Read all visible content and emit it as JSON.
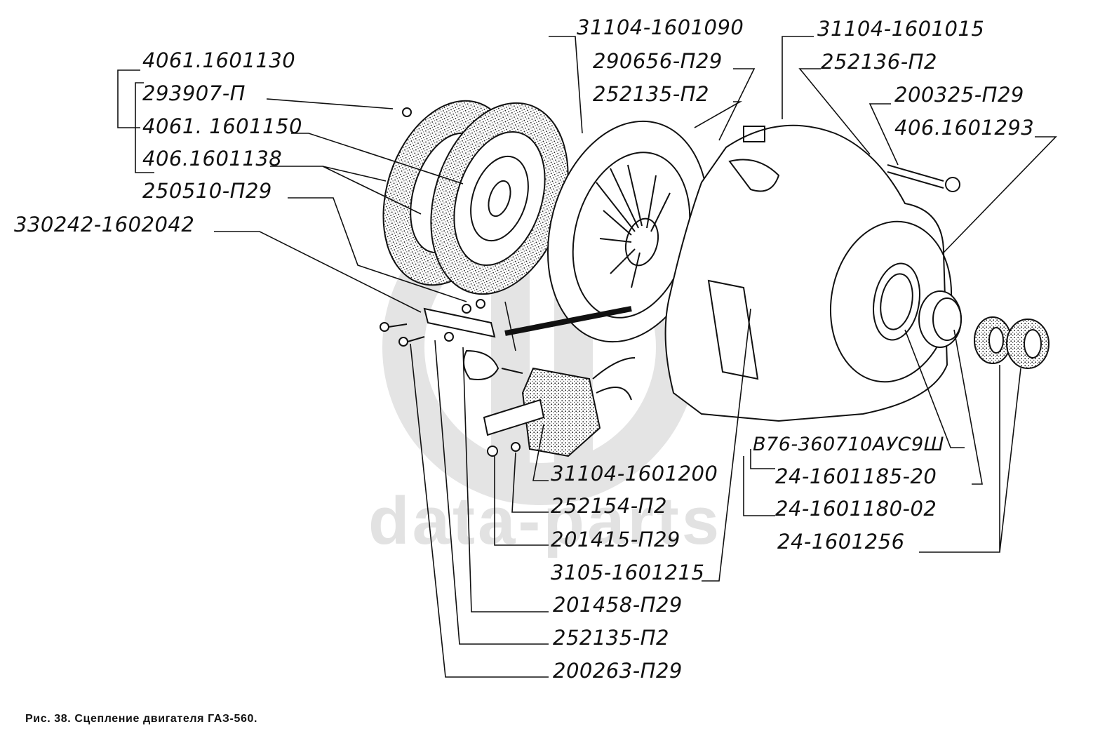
{
  "figure": {
    "caption": "Рис. 38. Сцепление двигателя ГАЗ-560.",
    "watermark": "data-parts"
  },
  "parts": {
    "clutch_disc_assembly": "4061.1601130",
    "rivet": "293907-П",
    "driven_disc": "4061. 1601150",
    "friction_lining": "406.1601138",
    "nut_250510": "250510-П29",
    "slave_cylinder": "330242-1602042",
    "pressure_plate": "31104-1601090",
    "bolt_290656": "290656-П29",
    "washer_252135_top": "252135-П2",
    "clutch_housing": "31104-1601015",
    "washer_252136": "252136-П2",
    "bolt_200325": "200325-П29",
    "stud_406": "406.1601293",
    "release_fork": "31104-1601200",
    "washer_252154": "252154-П2",
    "bolt_201415": "201415-П29",
    "ball_pin": "3105-1601215",
    "bolt_201458": "201458-П29",
    "washer_252135_bottom": "252135-П2",
    "bolt_200263": "200263-П29",
    "release_bearing": "В76-360710АУС9Ш",
    "bearing_clutch": "24-1601185-20",
    "release_bearing_assembly": "24-1601180-02",
    "spring": "24-1601256"
  }
}
